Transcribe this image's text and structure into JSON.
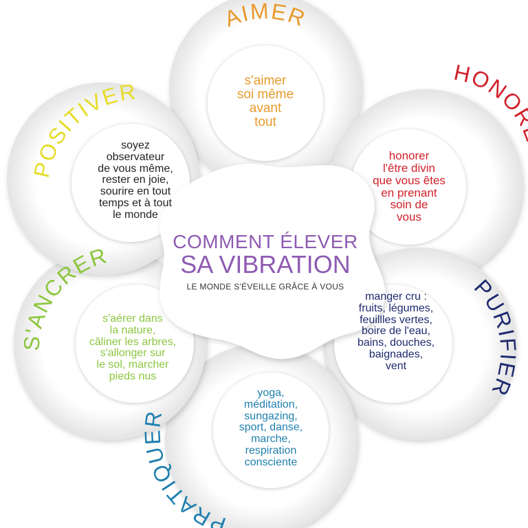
{
  "center": {
    "title_line1": "COMMENT ÉLEVER",
    "title_line2": "SA VIBRATION",
    "subtitle": "LE MONDE S'ÉVEILLE GRÂCE À VOUS"
  },
  "petals": [
    {
      "id": "aimer",
      "label": "AIMER",
      "color": "#e89a2c",
      "lines": [
        "s'aimer",
        "soi même",
        "avant",
        "tout"
      ]
    },
    {
      "id": "honorer",
      "label": "HONORER",
      "color": "#d0202a",
      "lines": [
        "honorer",
        "l'être divin",
        "que vous êtes",
        "en prenant",
        "soin de",
        "vous"
      ]
    },
    {
      "id": "purifier",
      "label": "PURIFIER",
      "color": "#1e2a6e",
      "lines": [
        "manger cru :",
        "fruits, légumes,",
        "feuillles vertes,",
        "boire de l'eau,",
        "bains, douches,",
        "baignades,",
        "vent"
      ]
    },
    {
      "id": "pratiquer",
      "label": "PRATIQUER",
      "color": "#1f7fae",
      "lines": [
        "yoga,",
        "méditation,",
        "sungazing,",
        "sport, danse,",
        "marche,",
        "respiration",
        "consciente"
      ]
    },
    {
      "id": "sancrer",
      "label": "S'ANCRER",
      "color": "#8cc63f",
      "lines": [
        "s'aérer dans",
        "la nature,",
        "câliner les arbres,",
        "s'allonger sur",
        "le sol, marcher",
        "pieds nus"
      ]
    },
    {
      "id": "positiver",
      "label": "POSITIVER",
      "color": "#e6dc2a",
      "text_color": "#222222",
      "lines": [
        "soyez",
        "observateur",
        "de vous même,",
        "rester en joie,",
        "sourire en tout",
        "temps et à tout",
        "le monde"
      ]
    }
  ]
}
